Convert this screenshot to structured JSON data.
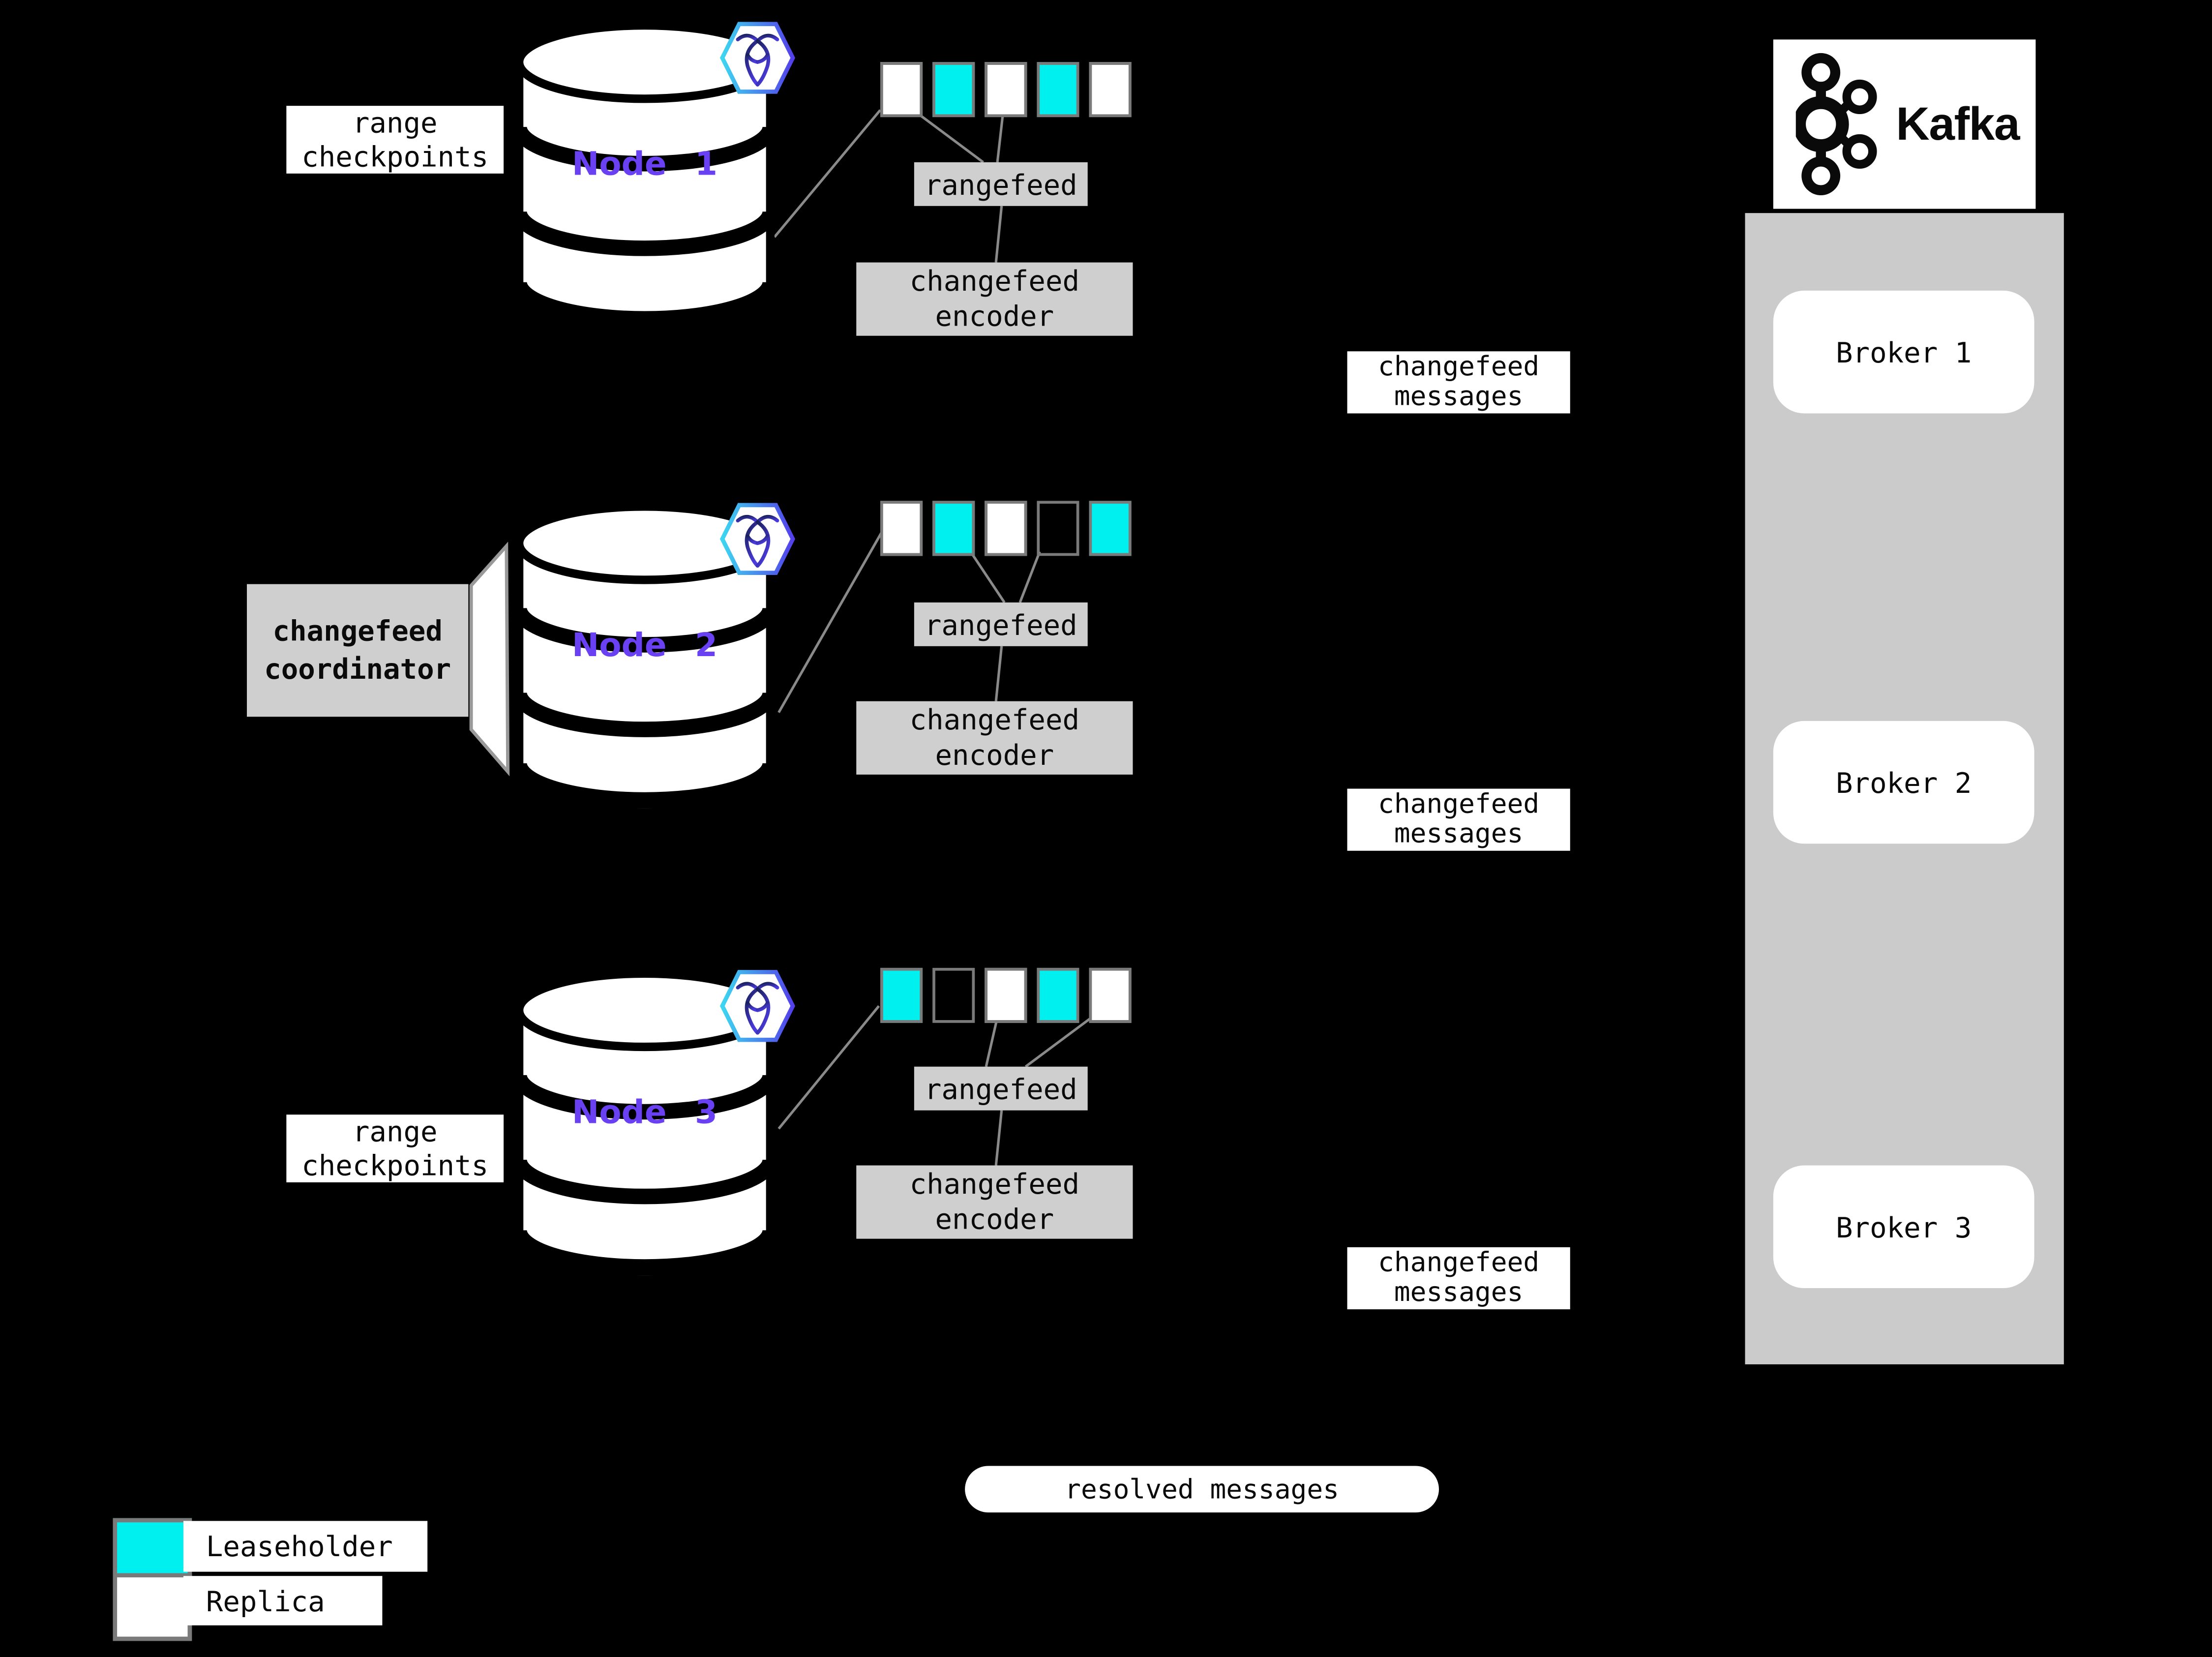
{
  "colors": {
    "background": "#000000",
    "leaseholder": "#00F0F0",
    "replica": "#FFFFFF",
    "empty_range": "transparent",
    "node_label": "#6940F2",
    "box_gray": "#CFCFCF",
    "kafka_panel_gray": "#CBCBCB",
    "border_gray": "#7A7A7A",
    "connector_gray": "#8A8A8A",
    "hex_gradient_start": "#3DD6F1",
    "hex_gradient_end": "#5340EA"
  },
  "nodes": [
    {
      "name": "Node 1",
      "checkpoint_label": "range checkpoints",
      "rangefeed_label": "rangefeed",
      "encoder_label": "changefeed encoder",
      "messages_label": "changefeed messages",
      "ranges": [
        "replica",
        "leaseholder",
        "replica",
        "leaseholder",
        "replica"
      ]
    },
    {
      "name": "Node 2",
      "coordinator_label": "changefeed coordinator",
      "rangefeed_label": "rangefeed",
      "encoder_label": "changefeed encoder",
      "messages_label": "changefeed messages",
      "ranges": [
        "replica",
        "leaseholder",
        "replica",
        "empty",
        "leaseholder"
      ]
    },
    {
      "name": "Node 3",
      "checkpoint_label": "range checkpoints",
      "rangefeed_label": "rangefeed",
      "encoder_label": "changefeed encoder",
      "messages_label": "changefeed messages",
      "ranges": [
        "leaseholder",
        "empty",
        "replica",
        "leaseholder",
        "replica"
      ]
    }
  ],
  "kafka": {
    "title": "Kafka",
    "brokers": [
      "Broker 1",
      "Broker 2",
      "Broker 3"
    ]
  },
  "resolved_label": "resolved messages",
  "legend": [
    {
      "label": "Leaseholder",
      "kind": "leaseholder"
    },
    {
      "label": "Replica",
      "kind": "replica"
    }
  ]
}
